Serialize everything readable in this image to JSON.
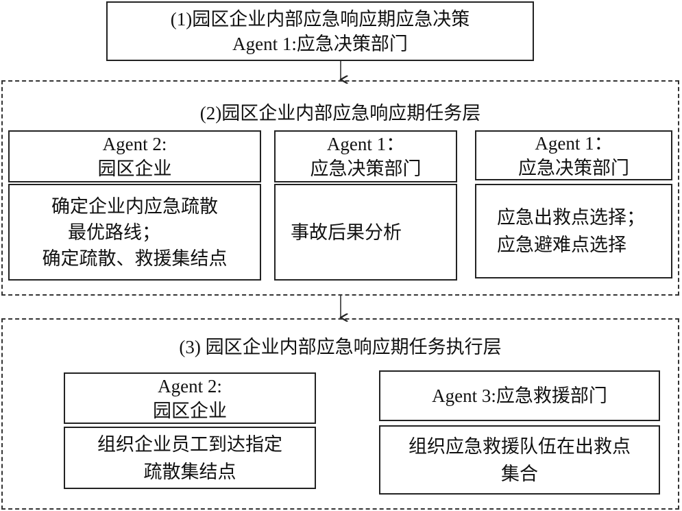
{
  "top": {
    "line1": "(1)园区企业内部应急响应期应急决策",
    "line2": "Agent 1:应急决策部门"
  },
  "layer2": {
    "title": "(2)园区企业内部应急响应期任务层",
    "columns": [
      {
        "header1": "Agent 2:",
        "header2": "园区企业",
        "body": [
          "确定企业内应急疏散",
          "最优路线；",
          "确定疏散、救援集结点"
        ]
      },
      {
        "header1": "Agent 1：",
        "header2": "应急决策部门",
        "body": [
          "事故后果分析"
        ]
      },
      {
        "header1": "Agent 1：",
        "header2": "应急决策部门",
        "body": [
          "应急出救点选择；",
          "应急避难点选择"
        ]
      }
    ]
  },
  "layer3": {
    "title": "(3) 园区企业内部应急响应期任务执行层",
    "columns": [
      {
        "header1": "Agent 2:",
        "header2": "园区企业",
        "body": [
          "组织企业员工到达指定",
          "疏散集结点"
        ]
      },
      {
        "header1": "Agent 3:应急救援部门",
        "body": [
          "组织应急救援队伍在出救点",
          "集合"
        ]
      }
    ]
  }
}
